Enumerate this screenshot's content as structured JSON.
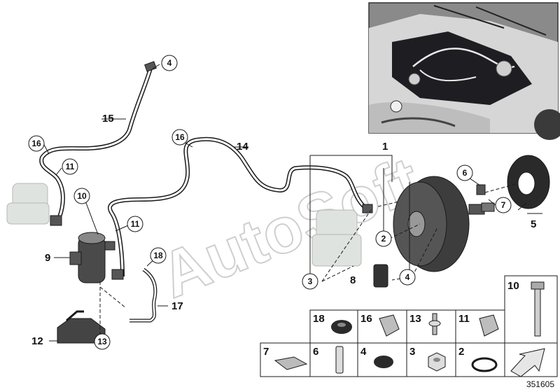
{
  "watermark": "AutoSoft",
  "doc_number": "351605",
  "callouts": {
    "c1": "1",
    "c2": "2",
    "c3": "3",
    "c4": "4",
    "c4b": "4",
    "c5": "5",
    "c6": "6",
    "c7": "7",
    "c8": "8",
    "c9": "9",
    "c10": "10",
    "c11a": "11",
    "c11b": "11",
    "c12": "12",
    "c13": "13",
    "c14": "14",
    "c15": "15",
    "c16a": "16",
    "c16b": "16",
    "c17": "17",
    "c18": "18"
  },
  "grid": {
    "big": "10",
    "row1": [
      "18",
      "16",
      "13",
      "11"
    ],
    "row2": [
      "7",
      "6",
      "4",
      "3",
      "2"
    ]
  },
  "colors": {
    "line": "#1a1a1a",
    "part_dark": "#3a3a3a",
    "part_ghost": "#d9ddd9",
    "photo_bg": "#6e6e6e"
  }
}
